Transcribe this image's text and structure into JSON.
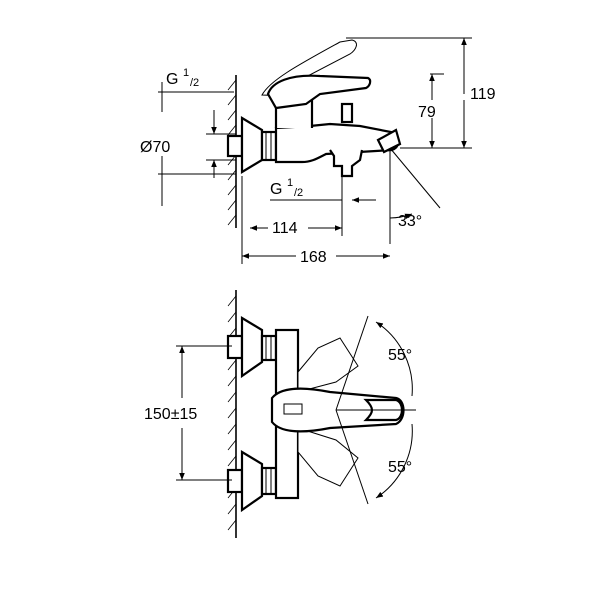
{
  "side_view": {
    "thread_top_label": "G",
    "thread_top_sup": "1",
    "thread_top_sub": "/2",
    "diameter_label": "Ø70",
    "thread_bottom_label": "G",
    "thread_bottom_sup": "1",
    "thread_bottom_sub": "/2",
    "dim_height_total": "119",
    "dim_height_spout": "79",
    "dim_spout_reach": "114",
    "dim_total_depth": "168",
    "angle_spout": "33°"
  },
  "front_view": {
    "dim_centers": "150±15",
    "angle_up": "55°",
    "angle_down": "55°"
  }
}
